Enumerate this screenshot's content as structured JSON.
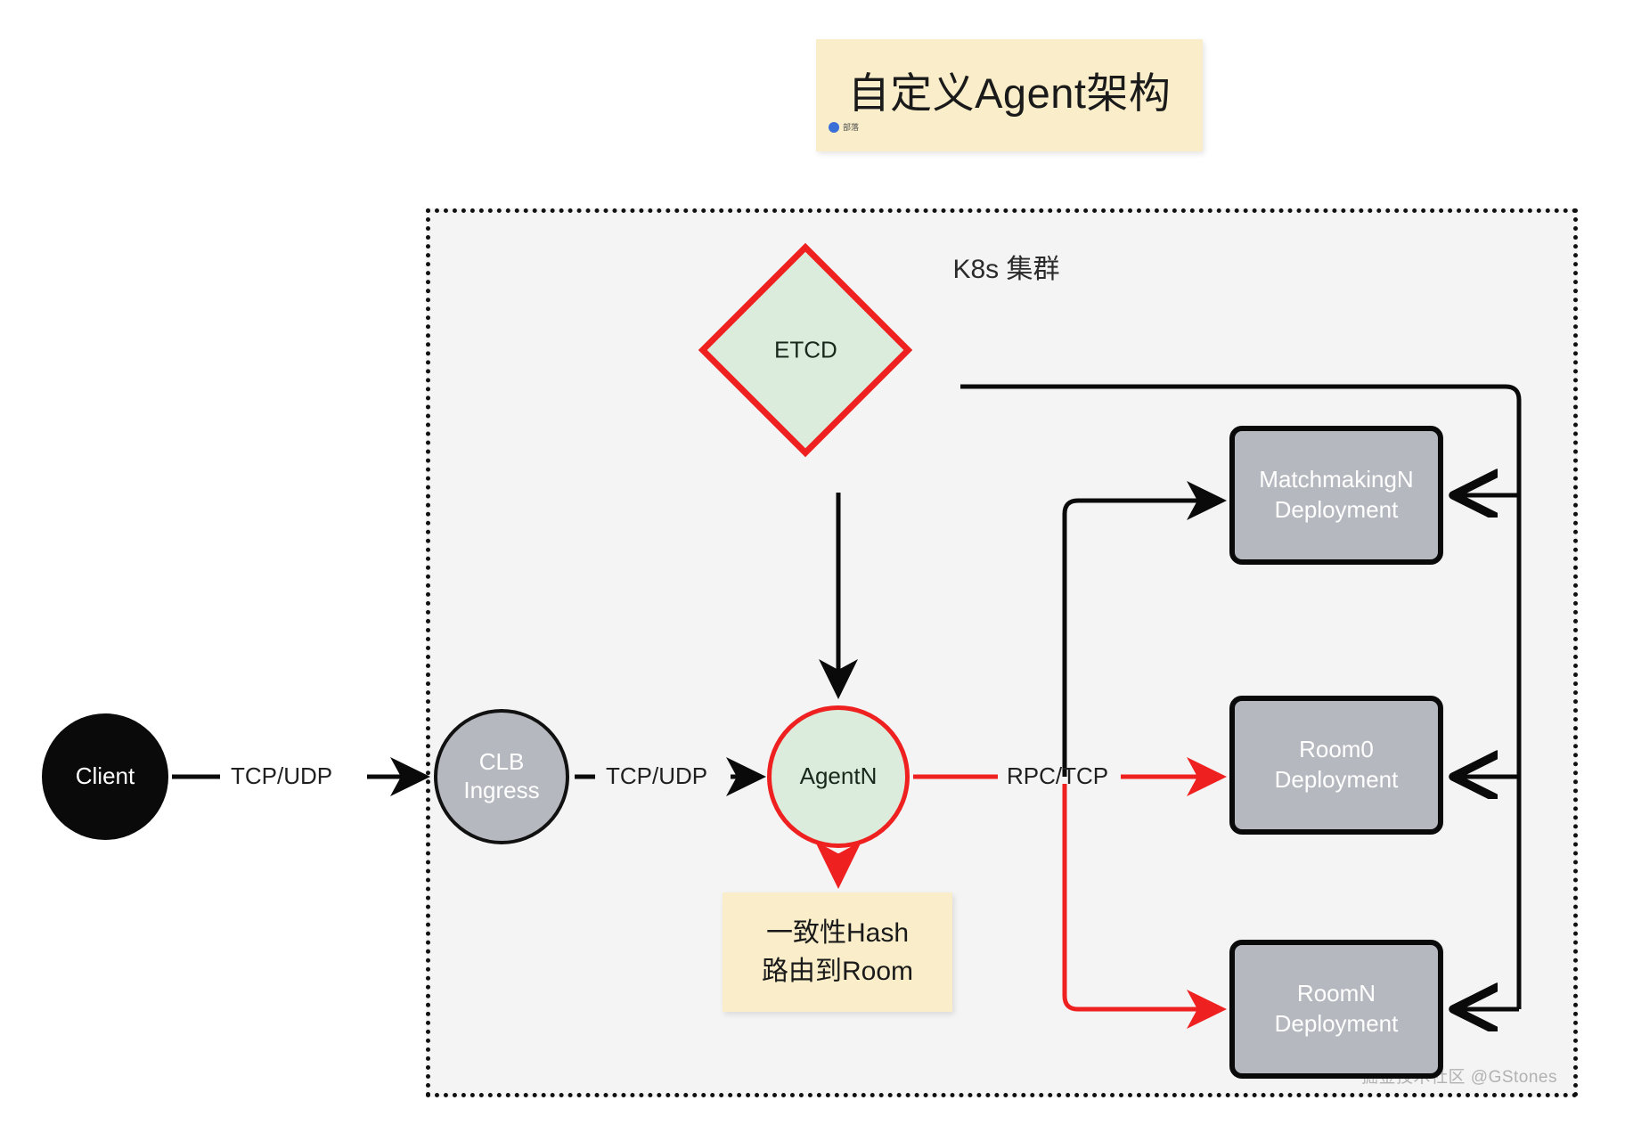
{
  "title": {
    "text": "自定义Agent架构",
    "badge_label": "部落",
    "badge_icon": "blue-circle-icon"
  },
  "cluster": {
    "label": "K8s 集群",
    "watermark": "掘金技术社区 @GStones",
    "border_style": "dotted",
    "background": "#f4f4f4"
  },
  "nodes": {
    "client": {
      "label": "Client",
      "shape": "circle",
      "fill": "#0a0a0a",
      "text_color": "#ffffff"
    },
    "clb": {
      "line1": "CLB",
      "line2": "Ingress",
      "shape": "circle",
      "fill": "#b5b9bf",
      "stroke": "#111111"
    },
    "etcd": {
      "label": "ETCD",
      "shape": "diamond",
      "fill": "#dcecdc",
      "stroke": "#ef2020"
    },
    "agent": {
      "label": "AgentN",
      "shape": "circle",
      "fill": "#dcecdc",
      "stroke": "#ef2020"
    },
    "matchmaking": {
      "line1": "MatchmakingN",
      "line2": "Deployment",
      "shape": "rounded-rect",
      "fill": "#b5b9bf",
      "stroke": "#0a0a0a"
    },
    "room0": {
      "line1": "Room0",
      "line2": "Deployment",
      "shape": "rounded-rect",
      "fill": "#b5b9bf",
      "stroke": "#0a0a0a"
    },
    "roomn": {
      "line1": "RoomN",
      "line2": "Deployment",
      "shape": "rounded-rect",
      "fill": "#b5b9bf",
      "stroke": "#0a0a0a"
    }
  },
  "note_hash": {
    "line1": "一致性Hash",
    "line2": "路由到Room",
    "fill": "#faeeca"
  },
  "edges": {
    "client_to_clb": "TCP/UDP",
    "clb_to_agent": "TCP/UDP",
    "agent_to_rooms": "RPC/TCP"
  },
  "colors": {
    "accent_red": "#ef2020",
    "black": "#0a0a0a",
    "gray_node": "#b5b9bf",
    "green_fill": "#dcecdc",
    "yellow_note": "#faeeca",
    "cluster_bg": "#f4f4f4"
  }
}
